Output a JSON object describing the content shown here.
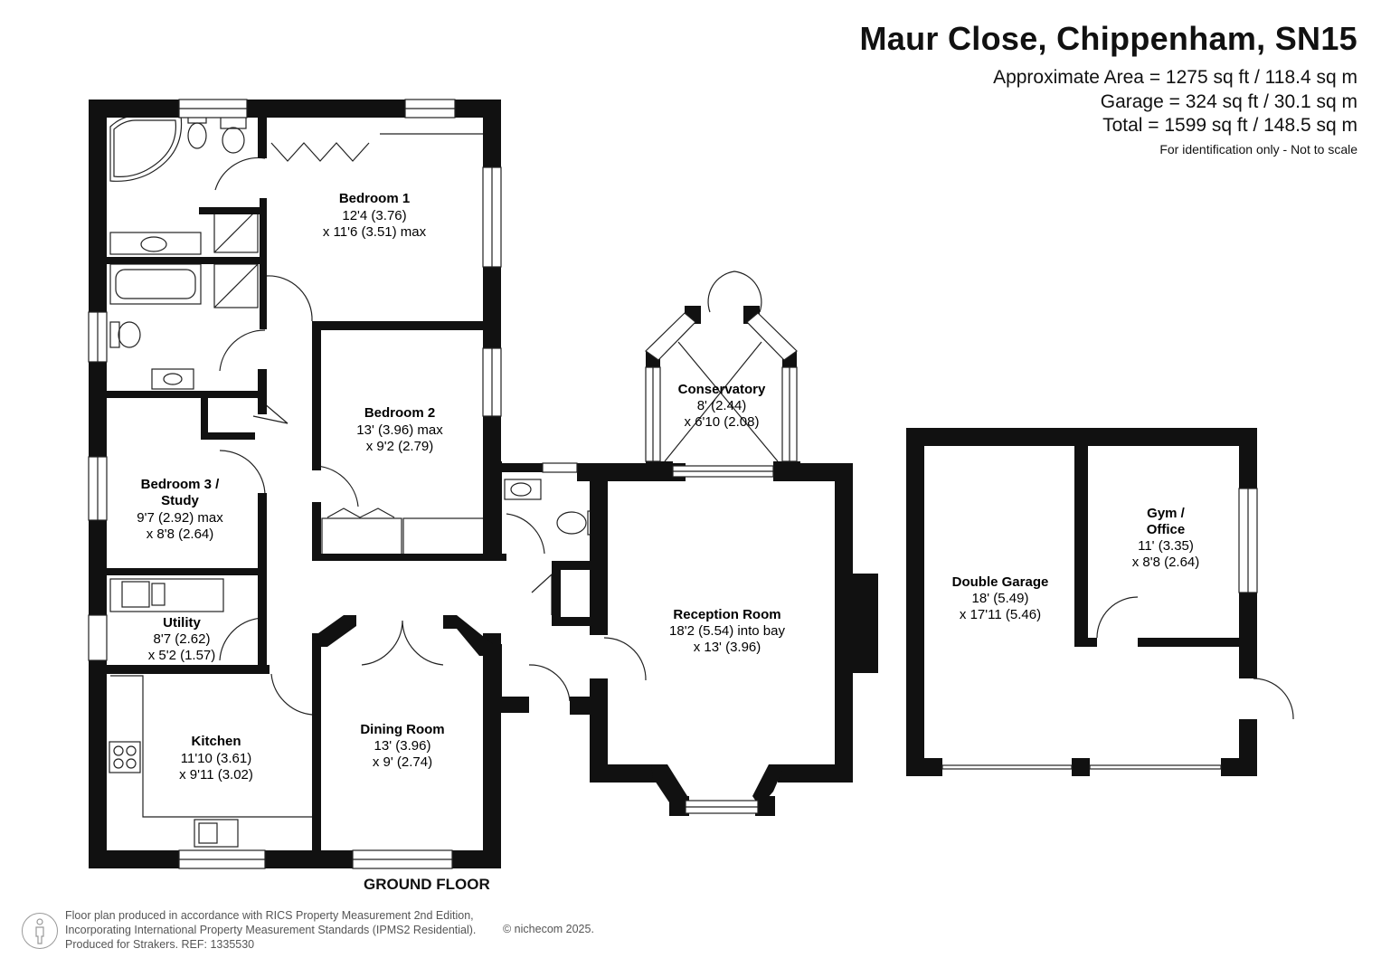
{
  "header": {
    "title": "Maur Close, Chippenham, SN15",
    "area_lines": [
      "Approximate Area = 1275 sq ft / 118.4 sq m",
      "Garage = 324 sq ft / 30.1 sq m",
      "Total = 1599 sq ft / 148.5 sq m"
    ],
    "note": "For identification only - Not to scale"
  },
  "rooms": {
    "bedroom1": {
      "name": "Bedroom 1",
      "dims": [
        "12'4 (3.76)",
        "x 11'6 (3.51) max"
      ]
    },
    "bedroom2": {
      "name": "Bedroom 2",
      "dims": [
        "13' (3.96) max",
        "x 9'2 (2.79)"
      ]
    },
    "bedroom3": {
      "name": [
        "Bedroom 3 /",
        "Study"
      ],
      "dims": [
        "9'7 (2.92) max",
        "x 8'8 (2.64)"
      ]
    },
    "utility": {
      "name": "Utility",
      "dims": [
        "8'7 (2.62)",
        "x 5'2 (1.57)"
      ]
    },
    "kitchen": {
      "name": "Kitchen",
      "dims": [
        "11'10 (3.61)",
        "x 9'11 (3.02)"
      ]
    },
    "dining": {
      "name": "Dining Room",
      "dims": [
        "13' (3.96)",
        "x 9' (2.74)"
      ]
    },
    "conservatory": {
      "name": "Conservatory",
      "dims": [
        "8' (2.44)",
        "x 6'10 (2.08)"
      ]
    },
    "reception": {
      "name": "Reception Room",
      "dims": [
        "18'2 (5.54) into bay",
        "x 13' (3.96)"
      ]
    },
    "garage": {
      "name": "Double Garage",
      "dims": [
        "18' (5.49)",
        "x 17'11 (5.46)"
      ]
    },
    "gym": {
      "name": [
        "Gym /",
        "Office"
      ],
      "dims": [
        "11' (3.35)",
        "x 8'8 (2.64)"
      ]
    }
  },
  "floor_label": "GROUND FLOOR",
  "footer": {
    "lines": [
      "Floor plan produced in accordance with RICS Property Measurement 2nd Edition,",
      "Incorporating International Property Measurement Standards (IPMS2 Residential).",
      "Produced for Strakers.    REF: 1335530"
    ],
    "copyright": "© nichecom 2025."
  }
}
